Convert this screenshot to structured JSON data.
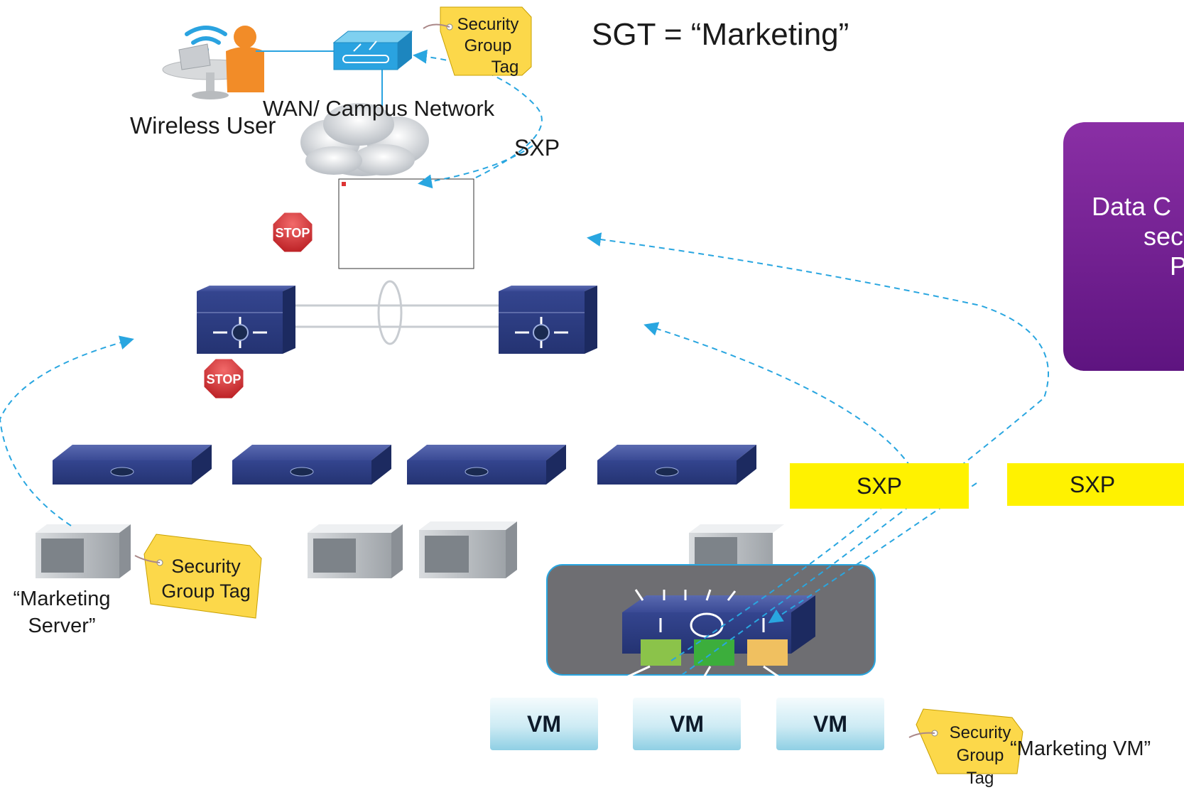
{
  "labels": {
    "sgt_marketing": "SGT = “Marketing”",
    "wireless_user": "Wireless User",
    "wan_campus": "WAN/ Campus Network",
    "sxp_top": "SXP",
    "sxp_box_1": "SXP",
    "sxp_box_2": "SXP",
    "marketing_server_line1": "“Marketing",
    "marketing_server_line2": "Server”",
    "marketing_vm": "“Marketing VM”"
  },
  "tags": {
    "top_line1": "Security Group",
    "top_line2": "Tag",
    "server_line1": "Security",
    "server_line2": "Group Tag",
    "vm_line1": "Security",
    "vm_line2": "Group Tag"
  },
  "vms": [
    "VM",
    "VM",
    "VM"
  ],
  "purple_box": {
    "line1": "Data C",
    "line2": "sec",
    "line3": "P"
  },
  "colors": {
    "sxp_highlight": "#fff200",
    "arrow": "#29a6e0",
    "switch_blue": "#2e3f8f",
    "purple": "#6f1f91"
  },
  "icons": [
    "wifi-icon",
    "user-icon",
    "router-icon",
    "cloud-icon",
    "stop-sign-icon",
    "core-switch-icon",
    "access-switch-icon",
    "server-icon",
    "security-tag-icon",
    "virtual-switch-icon"
  ]
}
